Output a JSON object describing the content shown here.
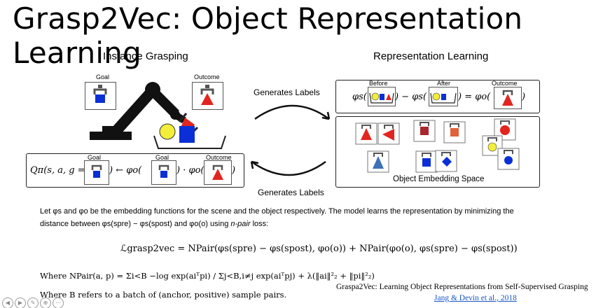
{
  "slide": {
    "title": "Grasp2Vec: Object Representation Learning",
    "left_section_title": "Instance Grasping",
    "right_section_title": "Representation Learning",
    "goal_label": "Goal",
    "outcome_label": "Outcome",
    "generates_labels_top": "Generates Labels",
    "generates_labels_bottom": "Generates Labels",
    "before_label": "Before",
    "after_label": "After",
    "outcome_label_right": "Outcome",
    "goal_label_eq1": "Goal",
    "goal_label_eq2": "Goal",
    "outcome_label_eq": "Outcome",
    "object_embedding_space": "Object Embedding Space",
    "q_equation": {
      "lhs": "Qπ(s, a, g = ",
      "arrow": ") ← φo(",
      "dot": ") · φo(",
      "close": ")"
    },
    "phi_equation": {
      "a": "φs(",
      "minus": ") − φs(",
      "eq": ") = φo(",
      "close": ")"
    },
    "paragraph_line1": "Let φs and φo be the embedding functions for the scene and the object respectively. The model learns the representation by minimizing the",
    "paragraph_line2_a": "distance between φs(spre) − φs(spost) and φo(o) using ",
    "paragraph_line2_em": "n-pair",
    "paragraph_line2_b": " loss:",
    "loss_equation": "ℒgrasp2vec = NPair(φs(spre) − φs(spost), φo(o)) + NPair(φo(o), φs(spre) − φs(spost))",
    "npair_def": "Where NPair(a, p) = Σi<B −log exp(aiᵀpi) / Σj<B,i≠j exp(aiᵀpj) + λ(‖ai‖²₂ + ‖pi‖²₂)",
    "where_b": "Where B refers to a batch of (anchor, positive) sample pairs.",
    "citation_title": "Graspa2Vec: Learning Object Representations from Self-Supervised Grasping",
    "citation_link": "Jang & Devin et al., 2018"
  },
  "colors": {
    "blue": "#0a2fd6",
    "red": "#e2251f",
    "yellow": "#f3ee3a",
    "dark_red": "#a8272c",
    "orange": "#e0623a",
    "steel_blue": "#3d72b6",
    "link": "#1a56c4"
  },
  "icons": [
    "gripper-icon",
    "robot-arm-icon",
    "bin-icon",
    "curved-arrow-icon"
  ]
}
